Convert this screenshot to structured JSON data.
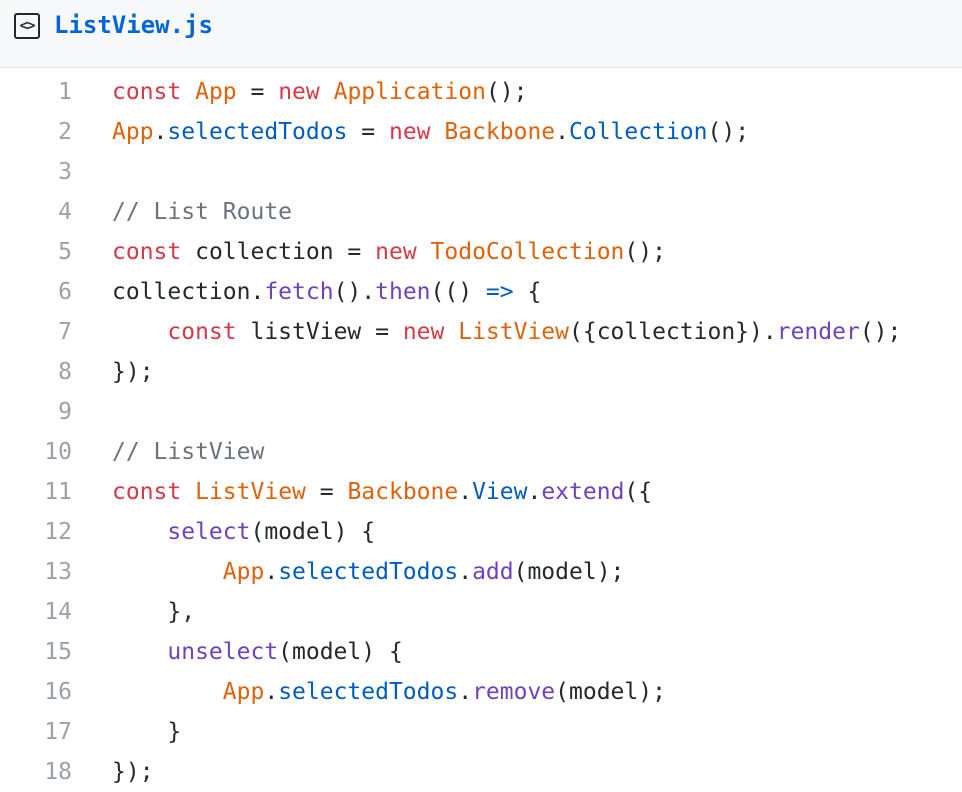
{
  "file": {
    "name": "ListView.js",
    "icon": "code-file-icon"
  },
  "colors": {
    "keyword": "#d73a49",
    "class": "#e36209",
    "function": "#6f42c1",
    "property": "#005cc5",
    "comment": "#6a737d",
    "plain": "#24292e",
    "line_number": "#9aa1a8",
    "link": "#0366d6"
  },
  "lines": [
    {
      "n": "1",
      "tokens": [
        {
          "t": "const",
          "k": "kw"
        },
        {
          "t": " ",
          "k": "plain"
        },
        {
          "t": "App",
          "k": "cls"
        },
        {
          "t": " = ",
          "k": "plain"
        },
        {
          "t": "new",
          "k": "kw"
        },
        {
          "t": " ",
          "k": "plain"
        },
        {
          "t": "Application",
          "k": "cls"
        },
        {
          "t": "();",
          "k": "plain"
        }
      ]
    },
    {
      "n": "2",
      "tokens": [
        {
          "t": "App",
          "k": "cls"
        },
        {
          "t": ".",
          "k": "plain"
        },
        {
          "t": "selectedTodos",
          "k": "prop"
        },
        {
          "t": " = ",
          "k": "plain"
        },
        {
          "t": "new",
          "k": "kw"
        },
        {
          "t": " ",
          "k": "plain"
        },
        {
          "t": "Backbone",
          "k": "cls"
        },
        {
          "t": ".",
          "k": "plain"
        },
        {
          "t": "Collection",
          "k": "prop"
        },
        {
          "t": "();",
          "k": "plain"
        }
      ]
    },
    {
      "n": "3",
      "tokens": []
    },
    {
      "n": "4",
      "tokens": [
        {
          "t": "// List Route",
          "k": "cmt"
        }
      ]
    },
    {
      "n": "5",
      "tokens": [
        {
          "t": "const",
          "k": "kw"
        },
        {
          "t": " collection = ",
          "k": "plain"
        },
        {
          "t": "new",
          "k": "kw"
        },
        {
          "t": " ",
          "k": "plain"
        },
        {
          "t": "TodoCollection",
          "k": "cls"
        },
        {
          "t": "();",
          "k": "plain"
        }
      ]
    },
    {
      "n": "6",
      "tokens": [
        {
          "t": "collection.",
          "k": "plain"
        },
        {
          "t": "fetch",
          "k": "fn"
        },
        {
          "t": "().",
          "k": "plain"
        },
        {
          "t": "then",
          "k": "fn"
        },
        {
          "t": "(() ",
          "k": "plain"
        },
        {
          "t": "=>",
          "k": "prop"
        },
        {
          "t": " {",
          "k": "plain"
        }
      ]
    },
    {
      "n": "7",
      "tokens": [
        {
          "t": "    ",
          "k": "plain"
        },
        {
          "t": "const",
          "k": "kw"
        },
        {
          "t": " listView = ",
          "k": "plain"
        },
        {
          "t": "new",
          "k": "kw"
        },
        {
          "t": " ",
          "k": "plain"
        },
        {
          "t": "ListView",
          "k": "cls"
        },
        {
          "t": "({collection}).",
          "k": "plain"
        },
        {
          "t": "render",
          "k": "fn"
        },
        {
          "t": "();",
          "k": "plain"
        }
      ]
    },
    {
      "n": "8",
      "tokens": [
        {
          "t": "});",
          "k": "plain"
        }
      ]
    },
    {
      "n": "9",
      "tokens": []
    },
    {
      "n": "10",
      "tokens": [
        {
          "t": "// ListView",
          "k": "cmt"
        }
      ]
    },
    {
      "n": "11",
      "tokens": [
        {
          "t": "const",
          "k": "kw"
        },
        {
          "t": " ",
          "k": "plain"
        },
        {
          "t": "ListView",
          "k": "cls"
        },
        {
          "t": " = ",
          "k": "plain"
        },
        {
          "t": "Backbone",
          "k": "cls"
        },
        {
          "t": ".",
          "k": "plain"
        },
        {
          "t": "View",
          "k": "prop"
        },
        {
          "t": ".",
          "k": "plain"
        },
        {
          "t": "extend",
          "k": "fn"
        },
        {
          "t": "({",
          "k": "plain"
        }
      ]
    },
    {
      "n": "12",
      "tokens": [
        {
          "t": "    ",
          "k": "plain"
        },
        {
          "t": "select",
          "k": "fn"
        },
        {
          "t": "(model) {",
          "k": "plain"
        }
      ]
    },
    {
      "n": "13",
      "tokens": [
        {
          "t": "        ",
          "k": "plain"
        },
        {
          "t": "App",
          "k": "cls"
        },
        {
          "t": ".",
          "k": "plain"
        },
        {
          "t": "selectedTodos",
          "k": "prop"
        },
        {
          "t": ".",
          "k": "plain"
        },
        {
          "t": "add",
          "k": "fn"
        },
        {
          "t": "(model);",
          "k": "plain"
        }
      ]
    },
    {
      "n": "14",
      "tokens": [
        {
          "t": "    },",
          "k": "plain"
        }
      ]
    },
    {
      "n": "15",
      "tokens": [
        {
          "t": "    ",
          "k": "plain"
        },
        {
          "t": "unselect",
          "k": "fn"
        },
        {
          "t": "(model) {",
          "k": "plain"
        }
      ]
    },
    {
      "n": "16",
      "tokens": [
        {
          "t": "        ",
          "k": "plain"
        },
        {
          "t": "App",
          "k": "cls"
        },
        {
          "t": ".",
          "k": "plain"
        },
        {
          "t": "selectedTodos",
          "k": "prop"
        },
        {
          "t": ".",
          "k": "plain"
        },
        {
          "t": "remove",
          "k": "fn"
        },
        {
          "t": "(model);",
          "k": "plain"
        }
      ]
    },
    {
      "n": "17",
      "tokens": [
        {
          "t": "    }",
          "k": "plain"
        }
      ]
    },
    {
      "n": "18",
      "tokens": [
        {
          "t": "});",
          "k": "plain"
        }
      ]
    }
  ]
}
